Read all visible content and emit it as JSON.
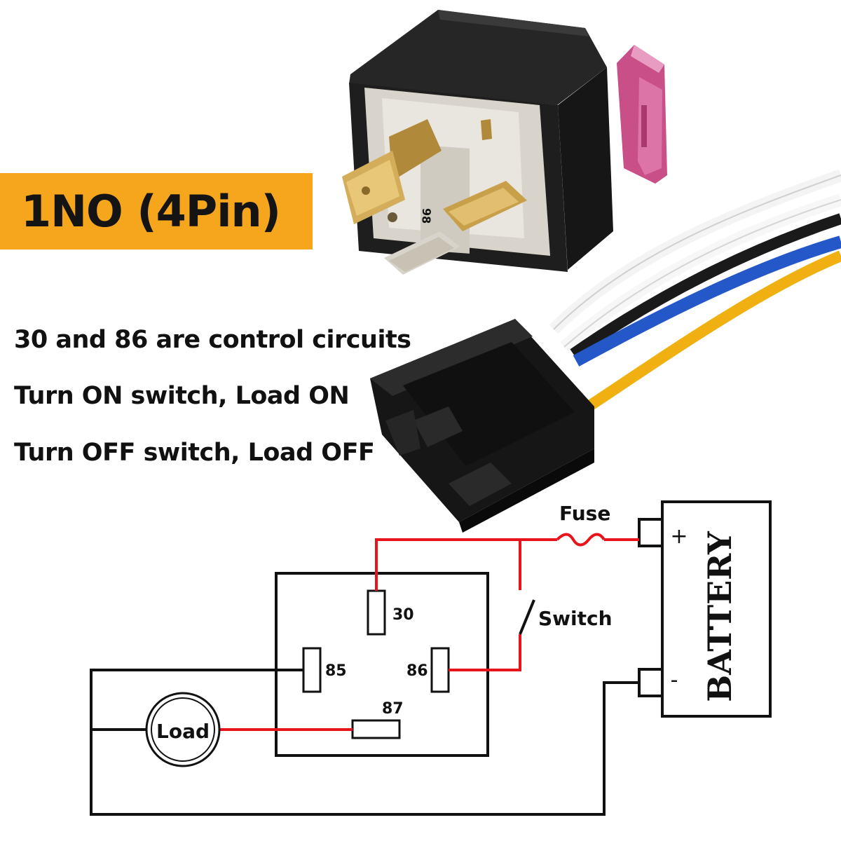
{
  "banner": {
    "text": "1NO (4Pin)"
  },
  "notes": [
    "30 and 86 are control circuits",
    "Turn ON switch, Load ON",
    "Turn OFF switch, Load OFF"
  ],
  "diagram": {
    "pins": {
      "p30": "30",
      "p85": "85",
      "p86": "86",
      "p87": "87"
    },
    "fuse_label": "Fuse",
    "switch_label": "Switch",
    "load_label": "Load",
    "battery_label": "BATTERY",
    "plus_label": "+",
    "minus_label": "-",
    "relay_marking": "98"
  },
  "colors": {
    "banner": "#f5a61d",
    "wire_positive": "#e8141c",
    "wire_negative": "#111111",
    "relay_body": "#1c1c1c",
    "fuse_pink": "#d8649a",
    "terminal_brass": "#c9a04a",
    "wire_blue": "#2458c8",
    "wire_yellow": "#f0b012"
  }
}
